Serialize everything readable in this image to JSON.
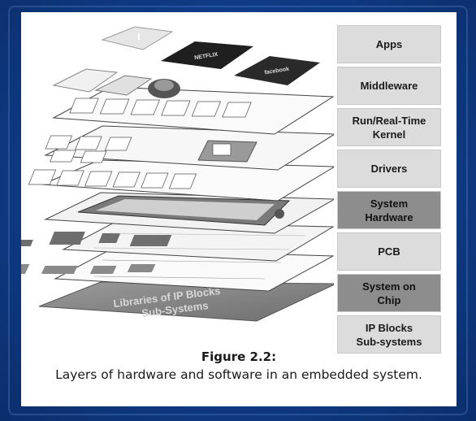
{
  "layers": [
    {
      "label": "Apps",
      "tone": "light"
    },
    {
      "label": "Middleware",
      "tone": "light"
    },
    {
      "label": "Run/Real-Time\nKernel",
      "tone": "light"
    },
    {
      "label": "Drivers",
      "tone": "light"
    },
    {
      "label": "System\nHardware",
      "tone": "dark"
    },
    {
      "label": "PCB",
      "tone": "light"
    },
    {
      "label": "System on\nChip",
      "tone": "dark"
    },
    {
      "label": "IP Blocks\nSub-systems",
      "tone": "light"
    }
  ],
  "illustration": {
    "app_icons": [
      "NETFLIX",
      "facebook"
    ],
    "base_layer_text": "Libraries of IP Blocks\nSub-Systems"
  },
  "caption": {
    "title": "Figure 2.2:",
    "text": "Layers of hardware and software in an embedded system."
  }
}
